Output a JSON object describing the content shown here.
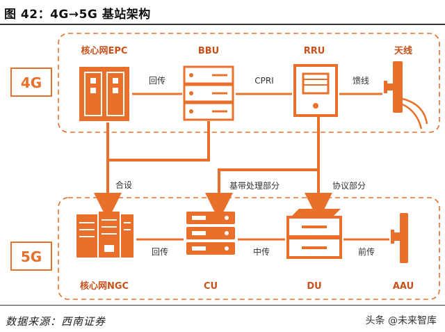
{
  "figure": {
    "title": "图 42：4G→5G 基站架构",
    "source": "数据来源：西南证券",
    "watermark": "头条 @未来智库"
  },
  "groups": {
    "g4": "4G",
    "g5": "5G"
  },
  "nodes": {
    "epc": "核心网EPC",
    "bbu": "BBU",
    "rru": "RRU",
    "antenna": "天线",
    "ngc": "核心网NGC",
    "cu": "CU",
    "du": "DU",
    "aau": "AAU"
  },
  "links": {
    "backhaul_4g": "回传",
    "cpri": "CPRI",
    "feeder": "馈线",
    "merge": "合设",
    "baseband": "基带处理部分",
    "protocol": "协议部分",
    "backhaul_5g": "回传",
    "midhaul": "中传",
    "fronthaul": "前传"
  },
  "colors": {
    "orange": "#E8702A",
    "label_orange": "#C8501A",
    "dash": "#E8702A",
    "text": "#333333"
  }
}
